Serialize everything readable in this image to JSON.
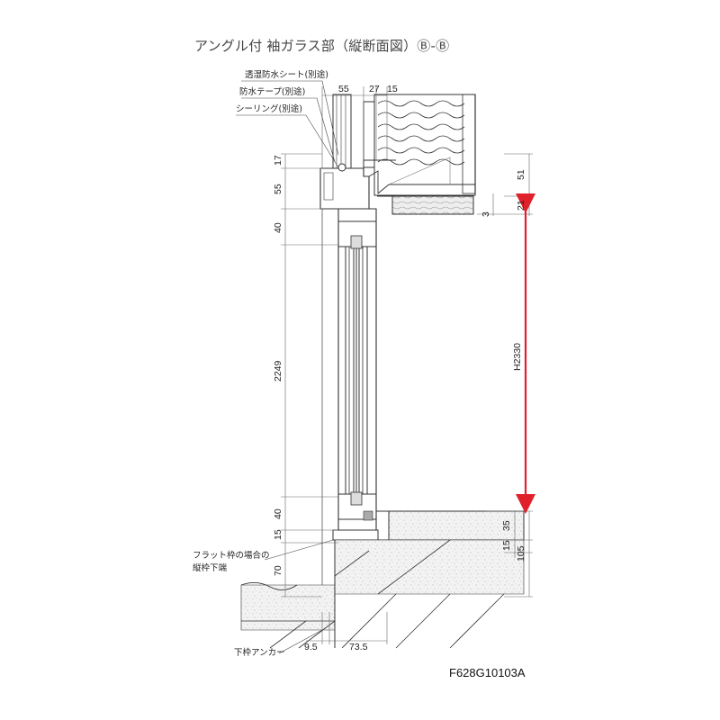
{
  "title": "アングル付 袖ガラス部（縦断面図）Ⓑ-Ⓑ",
  "drawing_code": "F628G10103A",
  "callouts": {
    "sheet": "透湿防水シート(別途)",
    "tape": "防水テープ(別途)",
    "sealing": "シーリング(別途)",
    "flat_frame_line1": "フラット枠の場合の",
    "flat_frame_line2": "縦枠下端",
    "anchor": "下枠アンカー"
  },
  "dimensions": {
    "top_55": "55",
    "top_27": "27",
    "top_15": "15",
    "left_17": "17",
    "left_55": "55",
    "left_40_top": "40",
    "left_2249": "2249",
    "left_40_bottom": "40",
    "left_15": "15",
    "left_70": "70",
    "right_51": "51",
    "right_21": "21",
    "right_3": "3",
    "right_h2330": "H2330",
    "right_35": "35",
    "right_15": "15",
    "right_105": "105",
    "bottom_9_5": "9.5",
    "bottom_73_5": "73.5"
  },
  "colors": {
    "line": "#333333",
    "thin": "#888888",
    "accent_arrow": "#e0202a",
    "concrete": "#f4f4f4"
  }
}
